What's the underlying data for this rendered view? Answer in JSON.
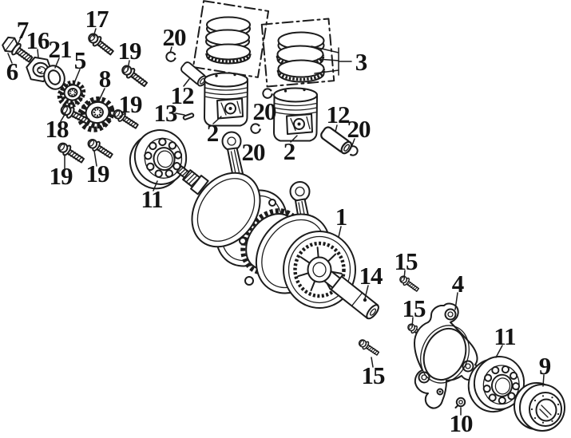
{
  "diagram": {
    "page_type": "exploded-parts-diagram",
    "subject": "crankshaft and piston assembly",
    "background_color": "#ffffff",
    "line_color": "#1c1c1c",
    "part_numbers_visible": [
      "1",
      "2",
      "3",
      "4",
      "5",
      "6",
      "7",
      "8",
      "9",
      "10",
      "11",
      "12",
      "13",
      "14",
      "15",
      "16",
      "17",
      "18",
      "19",
      "20",
      "21"
    ],
    "callouts": [
      {
        "ref": "7"
      },
      {
        "ref": "16"
      },
      {
        "ref": "21"
      },
      {
        "ref": "5"
      },
      {
        "ref": "6"
      },
      {
        "ref": "17"
      },
      {
        "ref": "19"
      },
      {
        "ref": "8"
      },
      {
        "ref": "19"
      },
      {
        "ref": "18"
      },
      {
        "ref": "19"
      },
      {
        "ref": "19"
      },
      {
        "ref": "20"
      },
      {
        "ref": "12"
      },
      {
        "ref": "13"
      },
      {
        "ref": "11"
      },
      {
        "ref": "2"
      },
      {
        "ref": "20"
      },
      {
        "ref": "20"
      },
      {
        "ref": "2"
      },
      {
        "ref": "3"
      },
      {
        "ref": "12"
      },
      {
        "ref": "20"
      },
      {
        "ref": "1"
      },
      {
        "ref": "14"
      },
      {
        "ref": "15"
      },
      {
        "ref": "15"
      },
      {
        "ref": "15"
      },
      {
        "ref": "4"
      },
      {
        "ref": "11"
      },
      {
        "ref": "9"
      },
      {
        "ref": "10"
      }
    ]
  }
}
